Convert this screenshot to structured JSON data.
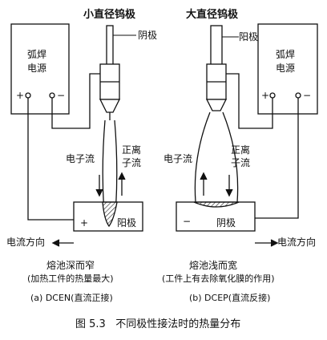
{
  "left": {
    "electrode_title": "小直径钨极",
    "source_label": "弧焊\n电源",
    "terminal_plus": "+",
    "terminal_minus": "−",
    "cathode_label": "阴极",
    "electron_flow": "电子流",
    "positive_ion_flow": "正离\n子流",
    "work_polarity": "+",
    "anode_label": "阳极",
    "current_direction": "电流方向",
    "result_line1": "熔池深而窄",
    "result_line2": "(加热工件的热量最大)",
    "caption": "(a) DCEN(直流正接)"
  },
  "right": {
    "electrode_title": "大直径钨极",
    "source_label": "弧焊\n电源",
    "terminal_plus": "+",
    "terminal_minus": "−",
    "anode_label": "阳极",
    "electron_flow": "电子流",
    "positive_ion_flow": "正离\n子流",
    "work_polarity": "−",
    "cathode_label": "阴极",
    "current_direction": "电流方向",
    "result_line1": "熔池浅而宽",
    "result_line2": "(工件上有去除氧化膜的作用)",
    "caption": "(b) DCEP(直流反接)"
  },
  "figure_caption": "图 5.3   不同极性接法时的热量分布"
}
